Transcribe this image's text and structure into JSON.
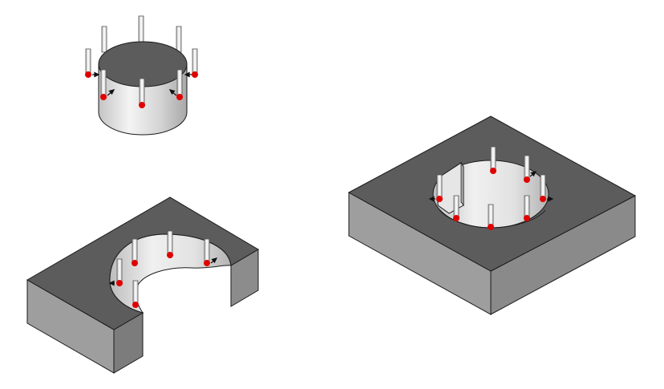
{
  "diagram": {
    "figures": [
      {
        "id": "cylinder-boss",
        "probe_count": 8
      },
      {
        "id": "notched-block",
        "probe_count": 6
      },
      {
        "id": "square-plate-with-bore",
        "probe_count": 8
      }
    ],
    "colors": {
      "background": "#ffffff",
      "dark_top_face": "#5c5c5c",
      "side_face": "#9a9a9a",
      "bore_wall_light": "#ececec",
      "bore_wall_dark": "#b8b8b8",
      "edge_line": "#1a1a1a",
      "probe_stem": "#f2f2f2",
      "probe_tip": "#e00000",
      "arrow": "#111111"
    }
  }
}
